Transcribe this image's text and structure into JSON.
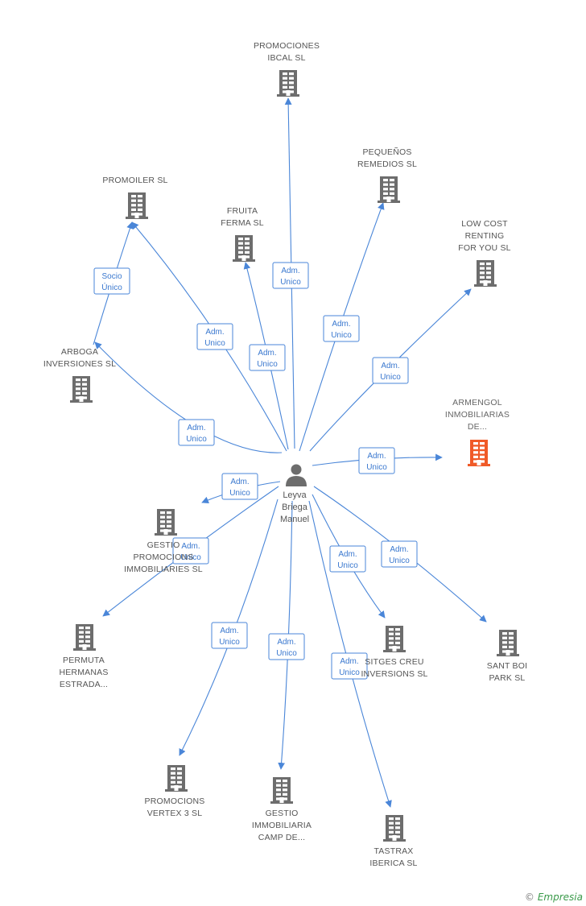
{
  "center": {
    "label_lines": [
      "Leyva",
      "Briega",
      "Manuel"
    ]
  },
  "nodes": [
    {
      "id": "promociones-ibcal",
      "label_lines": [
        "PROMOCIONES",
        "IBCAL SL"
      ]
    },
    {
      "id": "pequenos-remedios",
      "label_lines": [
        "PEQUEÑOS",
        "REMEDIOS SL"
      ]
    },
    {
      "id": "promoiler",
      "label_lines": [
        "PROMOILER SL"
      ]
    },
    {
      "id": "fruita-ferma",
      "label_lines": [
        "FRUITA",
        "FERMA SL"
      ]
    },
    {
      "id": "low-cost-renting",
      "label_lines": [
        "LOW COST",
        "RENTING",
        "FOR YOU SL"
      ]
    },
    {
      "id": "arboga-inversiones",
      "label_lines": [
        "ARBOGA",
        "INVERSIONES SL"
      ]
    },
    {
      "id": "armengol-inmobiliarias",
      "label_lines": [
        "ARMENGOL",
        "INMOBILIARIAS",
        "DE..."
      ],
      "highlight": true
    },
    {
      "id": "gestio-promocions",
      "label_lines": [
        "GESTIO",
        "PROMOCIONS",
        "IMMOBILIARIES SL"
      ]
    },
    {
      "id": "permuta-hermanas",
      "label_lines": [
        "PERMUTA",
        "HERMANAS",
        "ESTRADA..."
      ]
    },
    {
      "id": "sitges-creu",
      "label_lines": [
        "SITGES CREU",
        "INVERSIONS SL"
      ]
    },
    {
      "id": "sant-boi-park",
      "label_lines": [
        "SANT BOI",
        "PARK SL"
      ]
    },
    {
      "id": "promocions-vertex",
      "label_lines": [
        "PROMOCIONS",
        "VERTEX 3 SL"
      ]
    },
    {
      "id": "gestio-immobiliaria-camp",
      "label_lines": [
        "GESTIO",
        "IMMOBILIARIA",
        "CAMP DE..."
      ]
    },
    {
      "id": "tastrax-iberica",
      "label_lines": [
        "TASTRAX",
        "IBERICA SL"
      ]
    }
  ],
  "edges": [
    {
      "from": "center",
      "to": "promociones-ibcal",
      "label_lines": [
        "Adm.",
        "Unico"
      ]
    },
    {
      "from": "center",
      "to": "pequenos-remedios",
      "label_lines": [
        "Adm.",
        "Unico"
      ]
    },
    {
      "from": "center",
      "to": "promoiler",
      "label_lines": [
        "Adm.",
        "Unico"
      ]
    },
    {
      "from": "center",
      "to": "fruita-ferma",
      "label_lines": [
        "Adm.",
        "Unico"
      ]
    },
    {
      "from": "center",
      "to": "low-cost-renting",
      "label_lines": [
        "Adm.",
        "Unico"
      ]
    },
    {
      "from": "center",
      "to": "arboga-inversiones",
      "label_lines": [
        "Adm.",
        "Unico"
      ]
    },
    {
      "from": "center",
      "to": "armengol-inmobiliarias",
      "label_lines": [
        "Adm.",
        "Unico"
      ]
    },
    {
      "from": "center",
      "to": "gestio-promocions",
      "label_lines": [
        "Adm.",
        "Unico"
      ]
    },
    {
      "from": "center",
      "to": "permuta-hermanas",
      "label_lines": [
        "Adm.",
        "Unico"
      ]
    },
    {
      "from": "center",
      "to": "sitges-creu",
      "label_lines": [
        "Adm.",
        "Unico"
      ]
    },
    {
      "from": "center",
      "to": "sant-boi-park",
      "label_lines": [
        "Adm.",
        "Unico"
      ]
    },
    {
      "from": "center",
      "to": "promocions-vertex",
      "label_lines": [
        "Adm.",
        "Unico"
      ]
    },
    {
      "from": "center",
      "to": "gestio-immobiliaria-camp",
      "label_lines": [
        "Adm.",
        "Unico"
      ]
    },
    {
      "from": "center",
      "to": "tastrax-iberica",
      "label_lines": [
        "Adm.",
        "Unico"
      ]
    },
    {
      "from": "arboga-inversiones",
      "to": "promoiler",
      "label_lines": [
        "Socio",
        "Único"
      ]
    }
  ],
  "colors": {
    "edge": "#4a86d8",
    "building": "#6d6d6d",
    "building_highlight": "#f05a28",
    "person": "#6d6d6d"
  },
  "brand": {
    "copyright": "©",
    "name": "Empresia"
  }
}
